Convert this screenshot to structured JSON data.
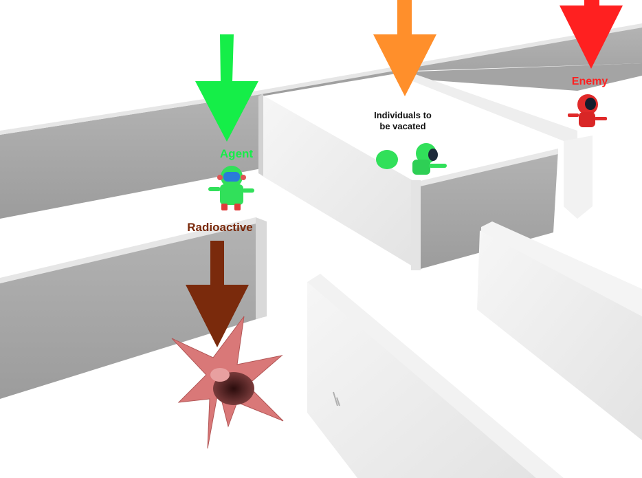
{
  "scene": {
    "background_color": "#ffffff",
    "wall_color": "#a8a8a8",
    "wall_top_color": "#f3f3f3"
  },
  "markers": {
    "agent": {
      "label": "Agent",
      "color": "#15ee48",
      "icon": "arrow-down-icon"
    },
    "individuals": {
      "label": "Individuals to be vacated",
      "color": "#ff8f2b",
      "text_color": "#111111",
      "icon": "arrow-down-icon"
    },
    "enemy": {
      "label": "Enemy",
      "color": "#ff2020",
      "icon": "arrow-down-icon"
    },
    "radioactive": {
      "label": "Radioactive",
      "color": "#7a2a0c",
      "icon": "arrow-down-icon"
    }
  },
  "entities": {
    "agent_robot": {
      "icon": "robot-icon",
      "color": "#31e05a"
    },
    "evacuee_robots": {
      "icon": "robot-icon",
      "count": 2,
      "color": "#31e05a"
    },
    "enemy_robot": {
      "icon": "robot-icon",
      "color": "#e02a2a"
    },
    "radioactive_hazard": {
      "icon": "spiky-hazard-icon",
      "color": "#d97878"
    }
  }
}
